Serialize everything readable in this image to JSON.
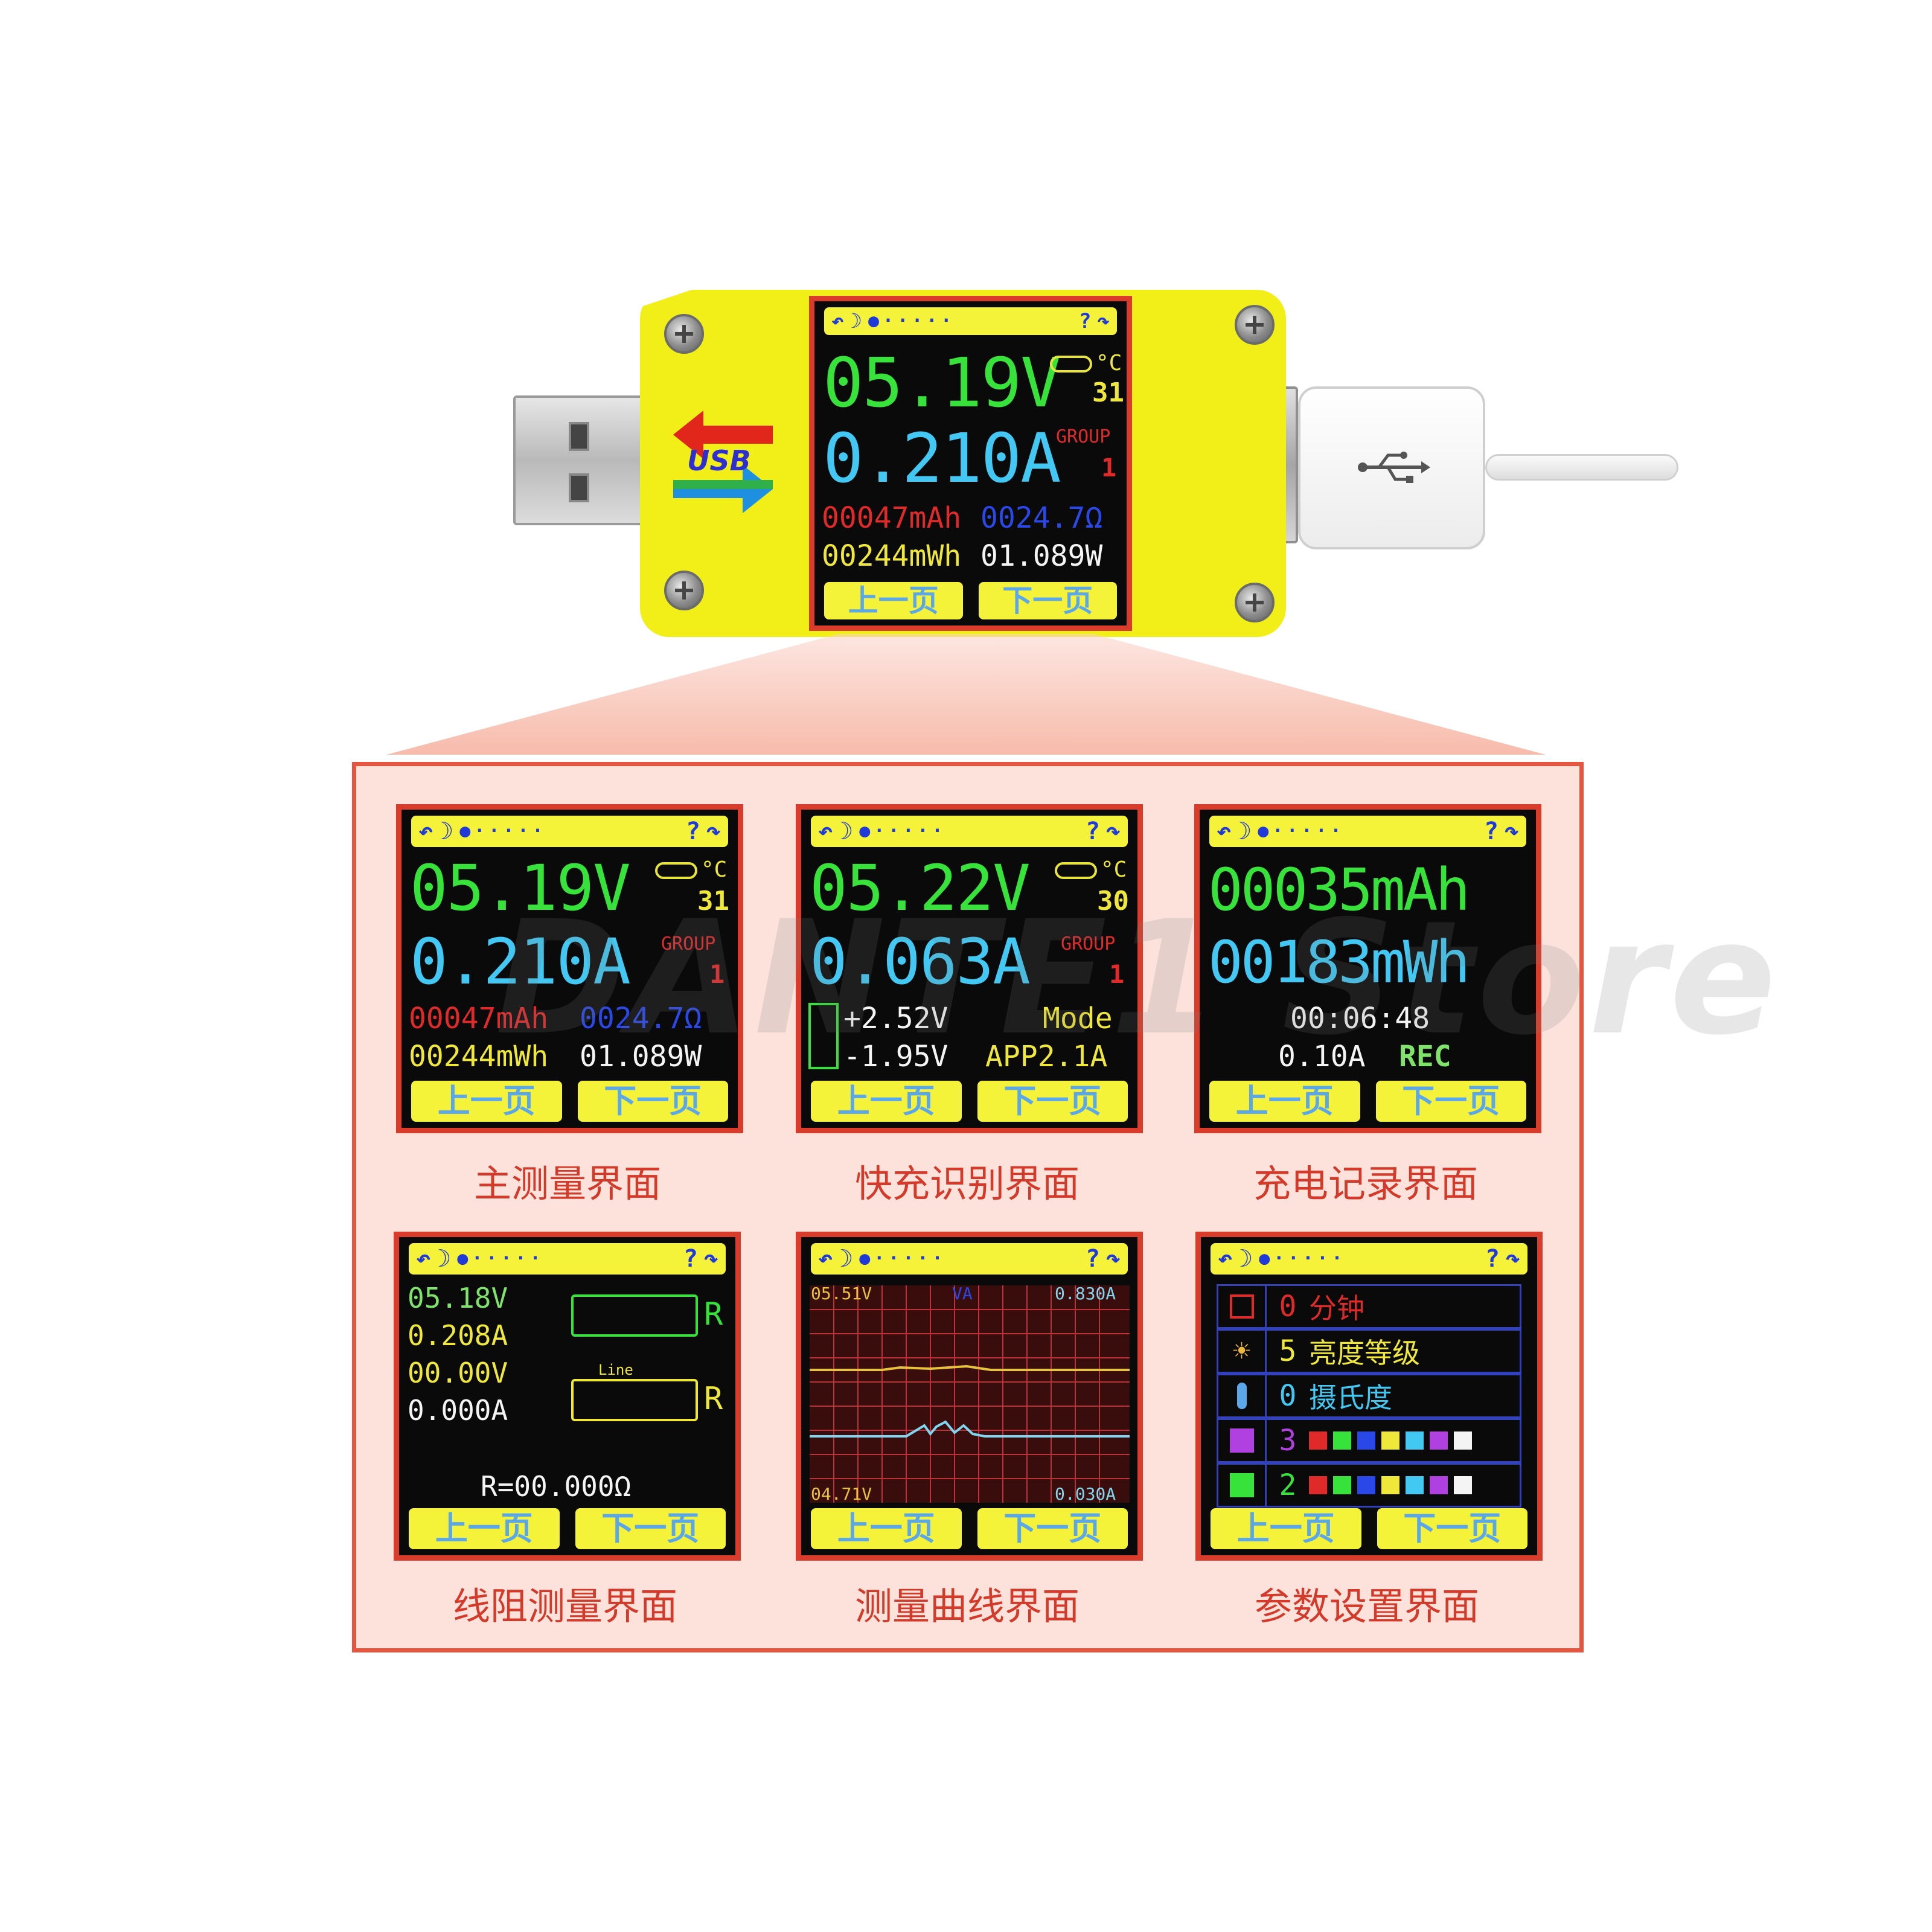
{
  "device": {
    "logo_text": "USB",
    "screen": {
      "voltage": "05.19V",
      "temp_unit": "°C",
      "temp_value": "31",
      "current": "0.210A",
      "group_label": "GROUP",
      "group_value": "1",
      "capacity": "00047mAh",
      "resistance": "0024.7Ω",
      "energy": "00244mWh",
      "power": "01.089W"
    }
  },
  "nav": {
    "prev": "上一页",
    "next": "下一页",
    "help": "?"
  },
  "screens": {
    "main": {
      "caption": "主测量界面",
      "voltage": "05.19V",
      "temp_unit": "°C",
      "temp_value": "31",
      "current": "0.210A",
      "group_label": "GROUP",
      "group_value": "1",
      "capacity": "00047mAh",
      "resistance": "0024.7Ω",
      "energy": "00244mWh",
      "power": "01.089W"
    },
    "quick_charge": {
      "caption": "快充识别界面",
      "voltage": "05.22V",
      "temp_unit": "°C",
      "temp_value": "30",
      "current": "0.063A",
      "group_label": "GROUP",
      "group_value": "1",
      "dplus": "+2.52V",
      "dminus": "-1.95V",
      "mode_label": "Mode",
      "mode_value": "APP2.1A"
    },
    "record": {
      "caption": "充电记录界面",
      "capacity": "00035mAh",
      "energy": "00183mWh",
      "time": "00:06:48",
      "threshold": "0.10A",
      "rec": "REC"
    },
    "line_resistance": {
      "caption": "线阻测量界面",
      "v1": "05.18V",
      "a1": "0.208A",
      "v2": "00.00V",
      "a2": "0.000A",
      "line_label": "Line",
      "r_label": "R",
      "result": "R=00.000Ω"
    },
    "curve": {
      "caption": "测量曲线界面",
      "vmax": "05.51V",
      "mode": "VA",
      "amax": "0.830A",
      "vmin": "04.71V",
      "amin": "0.030A"
    },
    "settings": {
      "caption": "参数设置界面",
      "rows": [
        {
          "value": "0",
          "label": "分钟",
          "icon": "clock-icon"
        },
        {
          "value": "5",
          "label": "亮度等级",
          "icon": "sun-icon"
        },
        {
          "value": "0",
          "label": "摄氏度",
          "icon": "thermometer-icon"
        },
        {
          "value": "3",
          "label": "",
          "icon": "color-theme-icon"
        },
        {
          "value": "2",
          "label": "",
          "icon": "color-theme-icon"
        }
      ],
      "palette": [
        "#e02a2a",
        "#37e23a",
        "#2a48e8",
        "#efe83a",
        "#43c8f3",
        "#b040e0",
        "#f4f4f4"
      ]
    }
  },
  "watermark": "DANTE1 Store"
}
